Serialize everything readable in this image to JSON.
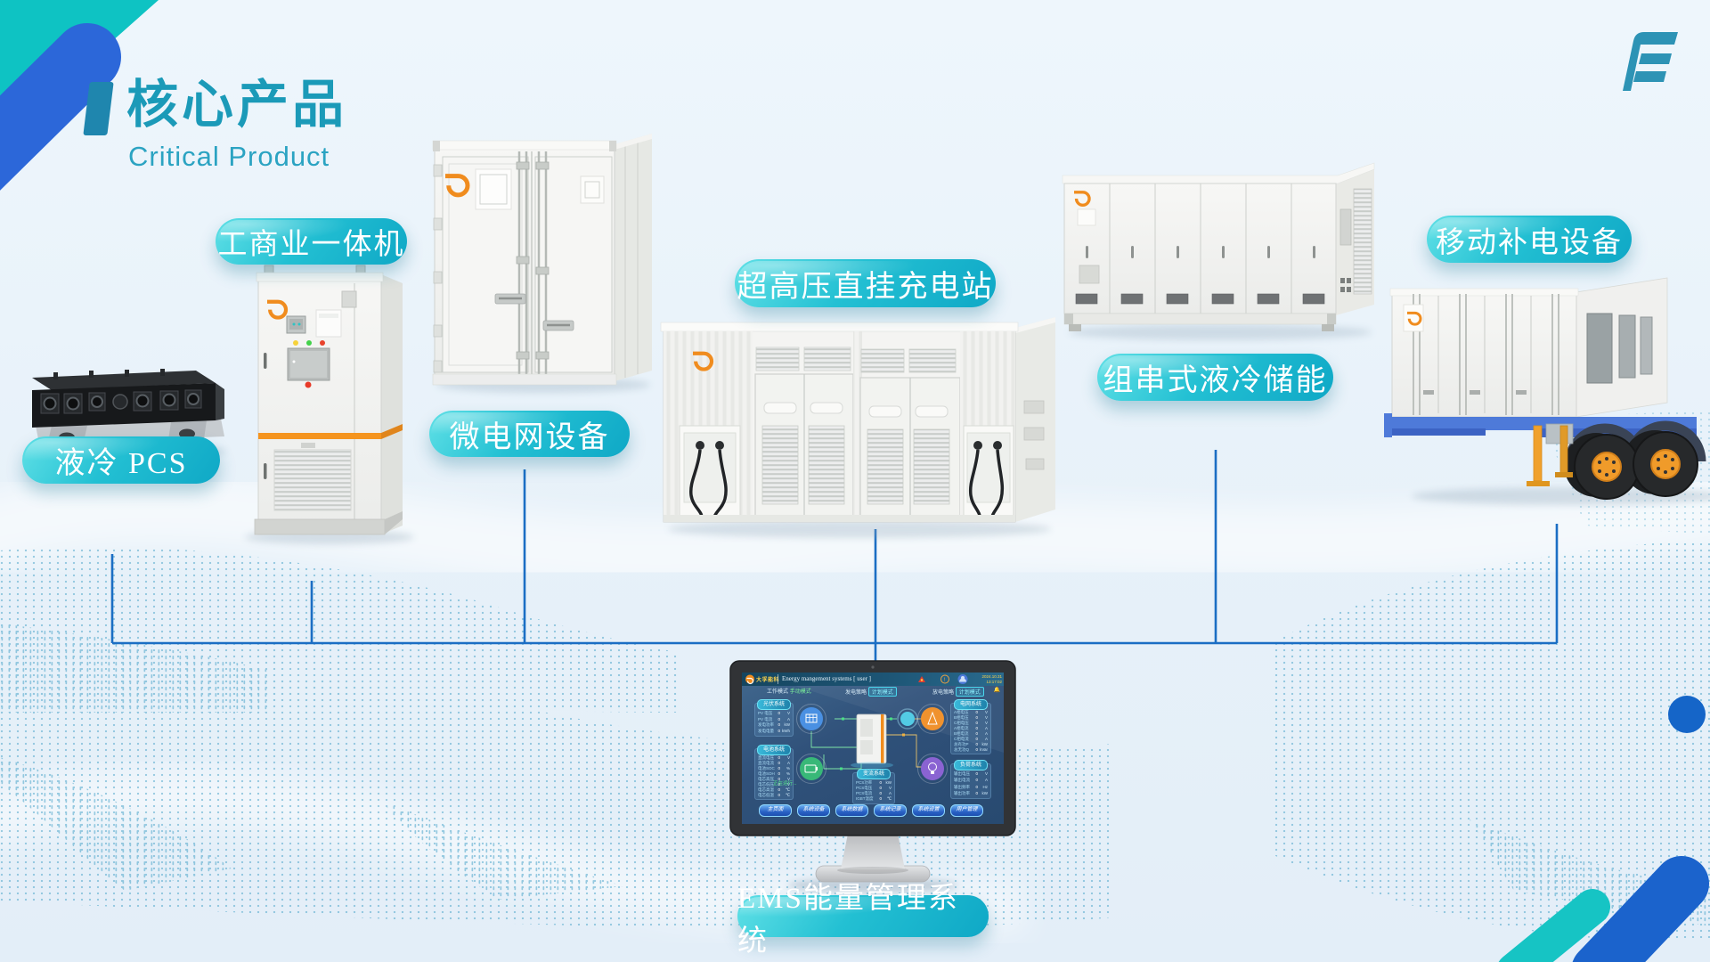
{
  "slide": {
    "title": "核心产品",
    "subtitle": "Critical Product"
  },
  "products": [
    {
      "id": "liquid-cooled-pcs",
      "label": "液冷  PCS"
    },
    {
      "id": "commercial-all-in-one",
      "label": "工商业一体机"
    },
    {
      "id": "microgrid-equipment",
      "label": "微电网设备"
    },
    {
      "id": "hv-charging-station",
      "label": "超高压直挂充电站"
    },
    {
      "id": "string-liquid-cooled-storage",
      "label": "组串式液冷储能"
    },
    {
      "id": "mobile-charging-equipment",
      "label": "移动补电设备"
    },
    {
      "id": "ems",
      "label": "EMS能量管理系统"
    }
  ],
  "ems_screen": {
    "brand": "大孚能科",
    "title": "Energy mangement systems [ user ]",
    "datetime_date": "2024.10.31",
    "datetime_time": "13:17:02",
    "modes": [
      {
        "label": "工作模式",
        "value": "手动模式"
      },
      {
        "label": "发电策略",
        "value": "计划模式"
      },
      {
        "label": "放电策略",
        "value": "计划模式"
      }
    ],
    "panels": {
      "pv": {
        "title": "光伏系统",
        "rows": [
          {
            "l": "PV 电压",
            "v": "0",
            "u": "V"
          },
          {
            "l": "PV 电流",
            "v": "0",
            "u": "A"
          },
          {
            "l": "发电功率",
            "v": "0",
            "u": "kW"
          },
          {
            "l": "发电电量",
            "v": "0",
            "u": "kWh"
          }
        ]
      },
      "battery": {
        "title": "电池系统",
        "rows": [
          {
            "l": "直流电压",
            "v": "0",
            "u": "V"
          },
          {
            "l": "直流电流",
            "v": "0",
            "u": "A"
          },
          {
            "l": "电池SOC",
            "v": "0",
            "u": "%"
          },
          {
            "l": "电池SOH",
            "v": "0",
            "u": "%"
          },
          {
            "l": "电芯高压",
            "v": "0",
            "u": "V"
          },
          {
            "l": "电芯低压",
            "v": "0",
            "u": "V"
          },
          {
            "l": "电芯高温",
            "v": "0",
            "u": "℃"
          },
          {
            "l": "电芯低温",
            "v": "0",
            "u": "℃"
          }
        ]
      },
      "grid": {
        "title": "电网系统",
        "rows": [
          {
            "l": "A相电压",
            "v": "0",
            "u": "V"
          },
          {
            "l": "B相电压",
            "v": "0",
            "u": "V"
          },
          {
            "l": "C相电压",
            "v": "0",
            "u": "V"
          },
          {
            "l": "A相电流",
            "v": "0",
            "u": "A"
          },
          {
            "l": "B相电流",
            "v": "0",
            "u": "A"
          },
          {
            "l": "C相电流",
            "v": "0",
            "u": "A"
          },
          {
            "l": "总有功P",
            "v": "0",
            "u": "kW"
          },
          {
            "l": "总无功Q",
            "v": "0",
            "u": "kVar"
          }
        ]
      },
      "load": {
        "title": "负荷系统",
        "rows": [
          {
            "l": "输出电压",
            "v": "0",
            "u": "V"
          },
          {
            "l": "输出电流",
            "v": "0",
            "u": "A"
          },
          {
            "l": "输出频率",
            "v": "0",
            "u": "Hz"
          },
          {
            "l": "输出功率",
            "v": "0",
            "u": "kW"
          }
        ]
      },
      "pcs": {
        "title": "变流系统",
        "rows": [
          {
            "l": "PCS功率",
            "v": "0",
            "u": "kW"
          },
          {
            "l": "PCS电压",
            "v": "0",
            "u": "V"
          },
          {
            "l": "PCS电流",
            "v": "0",
            "u": "A"
          },
          {
            "l": "IGBT温度",
            "v": "0",
            "u": "℃"
          }
        ]
      }
    },
    "status": "正在运行...",
    "buttons": [
      "主页面",
      "系统设备",
      "系统数据",
      "系统记录",
      "系统设置",
      "用户管理"
    ]
  },
  "colors": {
    "accent_teal": "#14b2cc",
    "title_teal": "#1b9ab8",
    "line_blue": "#1b6ec4",
    "brand_orange": "#f08c1e",
    "decor_blue": "#2c67d9",
    "decor_teal": "#0ec3c3",
    "trailer_blue": "#4e7ad9",
    "wheel_hub_orange": "#f09b2a"
  }
}
